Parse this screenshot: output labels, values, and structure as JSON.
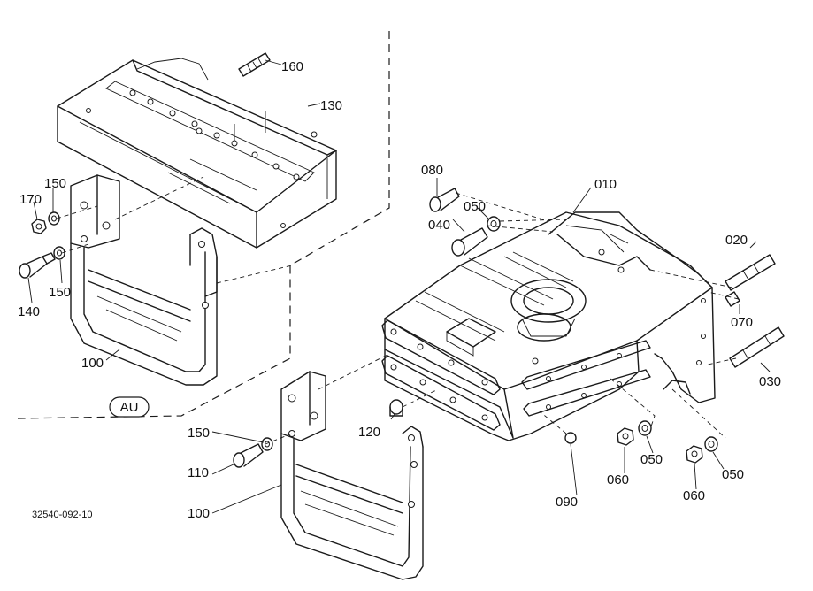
{
  "labels": {
    "p010": "010",
    "p020": "020",
    "p030": "030",
    "p040": "040",
    "p050a": "050",
    "p050b": "050",
    "p050c": "050",
    "p060a": "060",
    "p060b": "060",
    "p070": "070",
    "p080": "080",
    "p090": "090",
    "p100a": "100",
    "p100b": "100",
    "p110": "110",
    "p120": "120",
    "p130": "130",
    "p140": "140",
    "p150a": "150",
    "p150b": "150",
    "p150c": "150",
    "p160": "160",
    "p170": "170"
  },
  "region_tag": "AU",
  "drawing_number": "32540-092-10"
}
